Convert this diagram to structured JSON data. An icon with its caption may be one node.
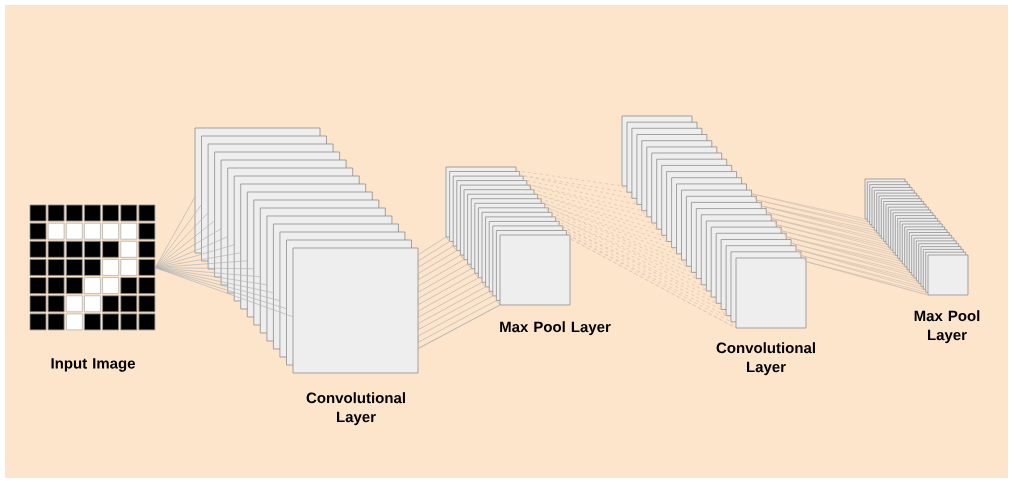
{
  "diagram": {
    "nodes": [
      {
        "text": [
          "Input Image"
        ]
      },
      {
        "text": [
          "Convolutional Layer"
        ]
      },
      {
        "text": [
          "Max Pool Layer"
        ]
      },
      {
        "text": [
          "Convolutional Layer"
        ]
      },
      {
        "text": [
          "Max Pool Layer"
        ]
      }
    ],
    "edges": [
      {
        "from": 0,
        "to": 1,
        "arrow": "none"
      },
      {
        "from": 1,
        "to": 2,
        "arrow": "none"
      },
      {
        "from": 2,
        "to": 3,
        "arrow": "none",
        "style": "dashed",
        "color": "#d2c2b2"
      },
      {
        "from": 3,
        "to": 4,
        "arrow": "none",
        "color": "#d2c2b2"
      }
    ]
  }
}
